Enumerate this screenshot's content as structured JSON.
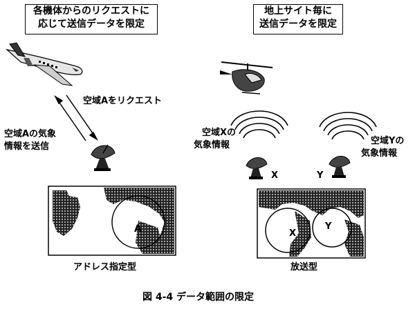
{
  "left_box": {
    "line1": "各機体からのリクエストに",
    "line2": "応じて送信データを限定"
  },
  "right_box": {
    "line1": "地上サイト毎に",
    "line2": "送信データを限定"
  },
  "left": {
    "request_label": "空域Aをリクエスト",
    "send_label_line1": "空域Aの気象",
    "send_label_line2": "情報を送信",
    "area_label": "A",
    "caption": "アドレス指定型"
  },
  "right": {
    "x_info_line1": "空域Xの",
    "x_info_line2": "気象情報",
    "y_info_line1": "空域Yの",
    "y_info_line2": "気象情報",
    "station_x": "X",
    "station_y": "Y",
    "area_x": "X",
    "area_y": "Y",
    "caption": "放送型"
  },
  "figure_caption": "図 4-4  データ範囲の限定"
}
